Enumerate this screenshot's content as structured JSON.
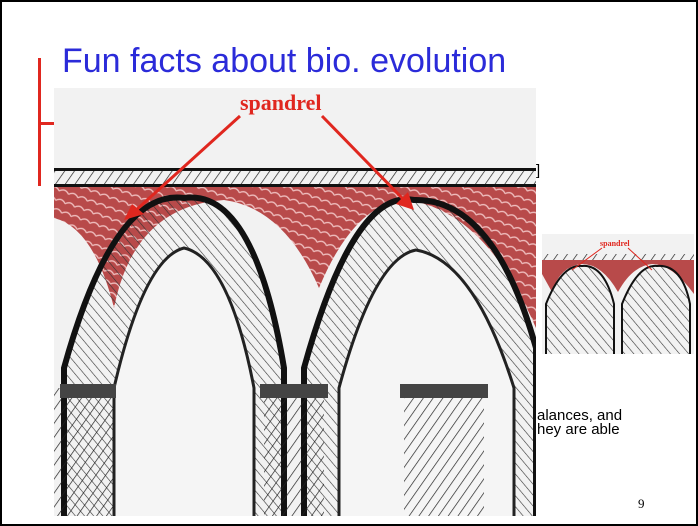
{
  "slide": {
    "title": "Fun facts about bio. evolution",
    "page_number": "9",
    "bracket_char": "]",
    "text_fragment_1": "alances, and",
    "text_fragment_2": "hey are able",
    "footer_partial": ""
  },
  "figure": {
    "main_label": "spandrel",
    "thumb_label": "spandrel",
    "accent_color": "#e0271f",
    "spandrel_fill": "#b04040"
  },
  "colors": {
    "title": "#2b2bd9",
    "bracket": "#e0271f"
  }
}
